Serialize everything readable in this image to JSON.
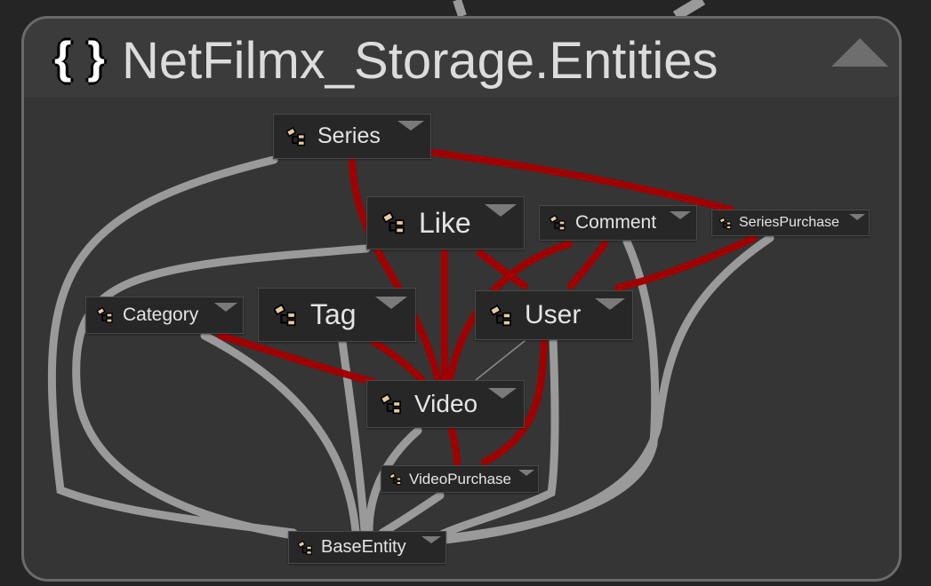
{
  "namespace": {
    "icon": "braces-icon",
    "icon_text": "{ }",
    "title": "NetFilmx_Storage.Entities"
  },
  "entities": [
    {
      "id": "series",
      "label": "Series"
    },
    {
      "id": "like",
      "label": "Like"
    },
    {
      "id": "comment",
      "label": "Comment"
    },
    {
      "id": "series_purchase",
      "label": "SeriesPurchase"
    },
    {
      "id": "category",
      "label": "Category"
    },
    {
      "id": "tag",
      "label": "Tag"
    },
    {
      "id": "user",
      "label": "User"
    },
    {
      "id": "video",
      "label": "Video"
    },
    {
      "id": "video_purchase",
      "label": "VideoPurchase"
    },
    {
      "id": "base_entity",
      "label": "BaseEntity"
    }
  ],
  "colors": {
    "background": "#252525",
    "group_fill": "#353535",
    "inheritance_edge": "#9a9a9a",
    "association_edge": "#a00000",
    "entity_fill": "#272727",
    "text": "#e4e4e4"
  }
}
